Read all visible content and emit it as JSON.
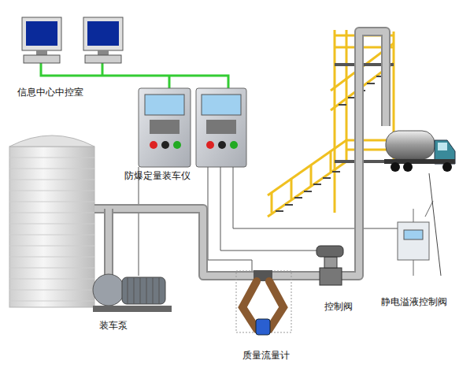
{
  "diagram": {
    "labels": [
      "信息中心中控室",
      "防爆定量装车仪",
      "装车泵",
      "质量流量计",
      "控制阀",
      "静电溢液控制阀"
    ]
  }
}
